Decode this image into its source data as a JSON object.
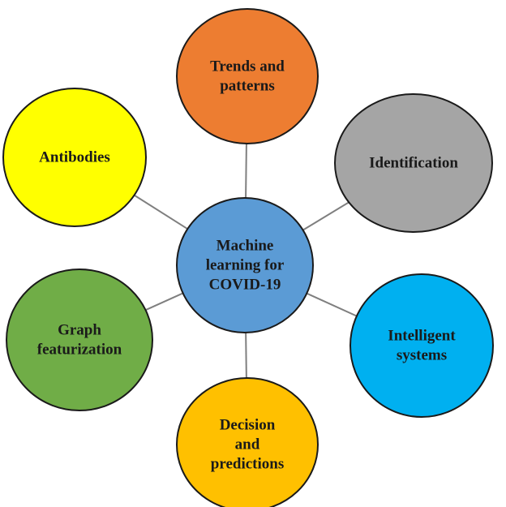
{
  "center": {
    "lines": [
      "Machine",
      "learning for",
      "COVID-19"
    ],
    "color": "#5b9bd5"
  },
  "nodes": [
    {
      "id": "trends-and-patterns",
      "lines": [
        "Trends and",
        "patterns"
      ],
      "color": "#ed7d31"
    },
    {
      "id": "identification",
      "lines": [
        "Identification"
      ],
      "color": "#a5a5a5"
    },
    {
      "id": "intelligent-systems",
      "lines": [
        "Intelligent",
        "systems"
      ],
      "color": "#00b0f0"
    },
    {
      "id": "decision-and-predictions",
      "lines": [
        "Decision",
        "and",
        "predictions"
      ],
      "color": "#ffc000"
    },
    {
      "id": "graph-featurization",
      "lines": [
        "Graph",
        "featurization"
      ],
      "color": "#70ad47"
    },
    {
      "id": "antibodies",
      "lines": [
        "Antibodies"
      ],
      "color": "#ffff00"
    }
  ],
  "colors": {
    "outline": "#1a1a1a",
    "connector": "#7f7f7f"
  }
}
